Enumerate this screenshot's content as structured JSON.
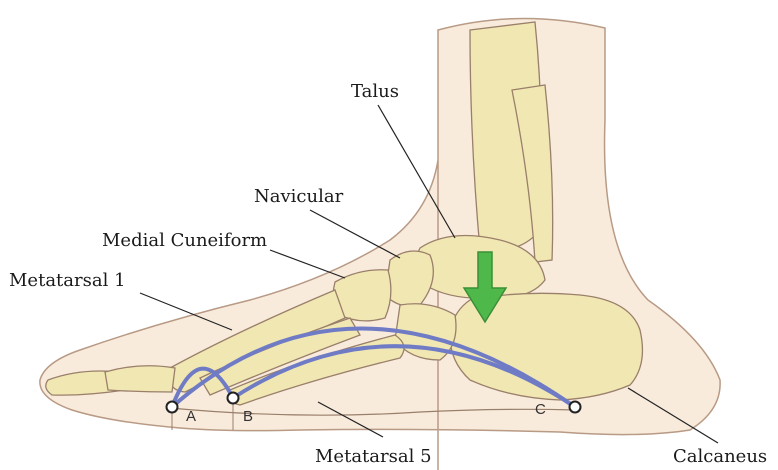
{
  "labels": {
    "talus": "Talus",
    "navicular": "Navicular",
    "medial_cuneiform": "Medial Cuneiform",
    "metatarsal_1": "Metatarsal 1",
    "metatarsal_5": "Metatarsal 5",
    "calcaneus": "Calcaneus"
  },
  "points": {
    "a": "A",
    "b": "B",
    "c": "C"
  },
  "colors": {
    "arch": "#6f7bc4",
    "arrow": "#4fb84a",
    "bone": "#f1e7b3",
    "skin": "#f8ebdc",
    "outline": "#9a7f6a"
  }
}
